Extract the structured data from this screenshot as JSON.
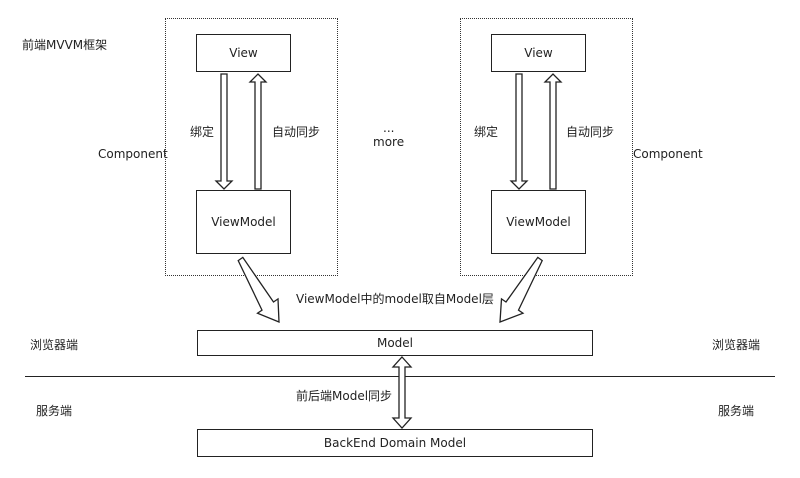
{
  "frontend_framework_label": "前端MVVM框架",
  "component_left": {
    "view": "View",
    "viewmodel": "ViewModel",
    "bind_label": "绑定",
    "sync_label": "自动同步",
    "component_label": "Component"
  },
  "component_right": {
    "view": "View",
    "viewmodel": "ViewModel",
    "bind_label": "绑定",
    "sync_label": "自动同步",
    "component_label": "Component"
  },
  "more_dots": "...",
  "more_label": "more",
  "model_source_label": "ViewModel中的model取自Model层",
  "model_label": "Model",
  "browser_left": "浏览器端",
  "browser_right": "浏览器端",
  "frontback_sync_label": "前后端Model同步",
  "server_left": "服务端",
  "server_right": "服务端",
  "backend_model_label": "BackEnd Domain Model"
}
